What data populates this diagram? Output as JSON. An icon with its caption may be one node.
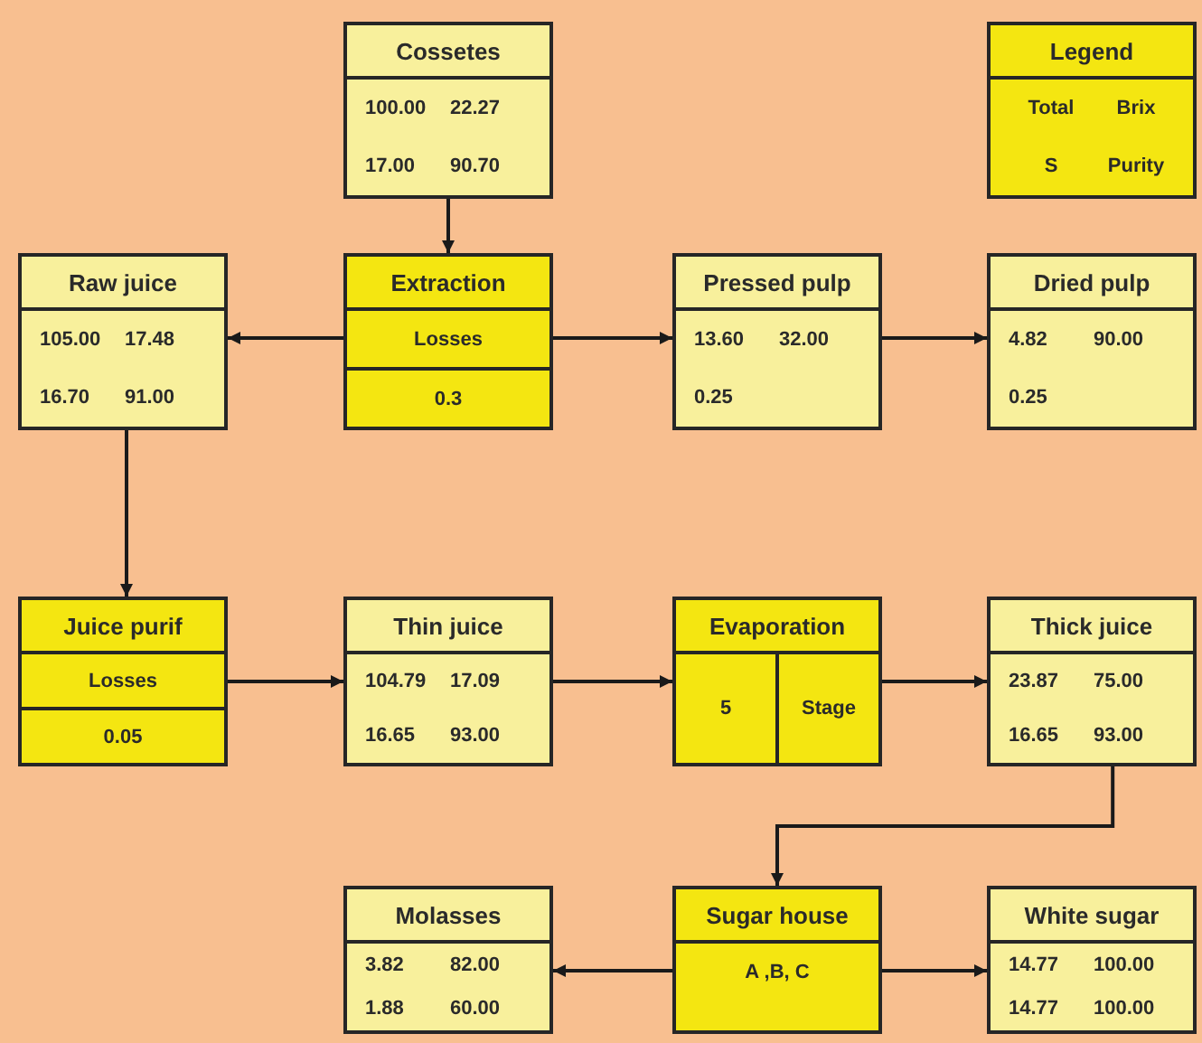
{
  "diagram": {
    "nodes": [
      {
        "text": [
          "Cossetes",
          "100.00",
          "22.27",
          "17.00",
          "90.70"
        ]
      },
      {
        "text": [
          "Legend",
          "Total",
          "Brix",
          "S",
          "Purity"
        ]
      },
      {
        "text": [
          "Raw juice",
          "105.00",
          "17.48",
          "16.70",
          "91.00"
        ]
      },
      {
        "text": [
          "Extraction",
          "Losses",
          "0.3"
        ]
      },
      {
        "text": [
          "Pressed pulp",
          "13.60",
          "32.00",
          "0.25"
        ]
      },
      {
        "text": [
          "Dried pulp",
          "4.82",
          "90.00",
          "0.25"
        ]
      },
      {
        "text": [
          "Juice purif",
          "Losses",
          "0.05"
        ]
      },
      {
        "text": [
          "Thin juice",
          "104.79",
          "17.09",
          "16.65",
          "93.00"
        ]
      },
      {
        "text": [
          "Evaporation",
          "5",
          "Stage"
        ]
      },
      {
        "text": [
          "Thick juice",
          "23.87",
          "75.00",
          "16.65",
          "93.00"
        ]
      },
      {
        "text": [
          "Molasses",
          "3.82",
          "82.00",
          "1.88",
          "60.00"
        ]
      },
      {
        "text": [
          "Sugar house",
          "A ,B, C"
        ]
      },
      {
        "text": [
          "White sugar",
          "14.77",
          "100.00",
          "14.77",
          "100.00"
        ]
      }
    ],
    "edges": [
      {
        "from": 0,
        "to": 3,
        "arrow": "to"
      },
      {
        "from": 3,
        "to": 2,
        "arrow": "to"
      },
      {
        "from": 3,
        "to": 4,
        "arrow": "to"
      },
      {
        "from": 4,
        "to": 5,
        "arrow": "to"
      },
      {
        "from": 2,
        "to": 6,
        "arrow": "to"
      },
      {
        "from": 6,
        "to": 7,
        "arrow": "to"
      },
      {
        "from": 7,
        "to": 8,
        "arrow": "to"
      },
      {
        "from": 8,
        "to": 9,
        "arrow": "to"
      },
      {
        "from": 9,
        "to": 11,
        "arrow": "to"
      },
      {
        "from": 11,
        "to": 10,
        "arrow": "to"
      },
      {
        "from": 11,
        "to": 12,
        "arrow": "to"
      }
    ]
  }
}
